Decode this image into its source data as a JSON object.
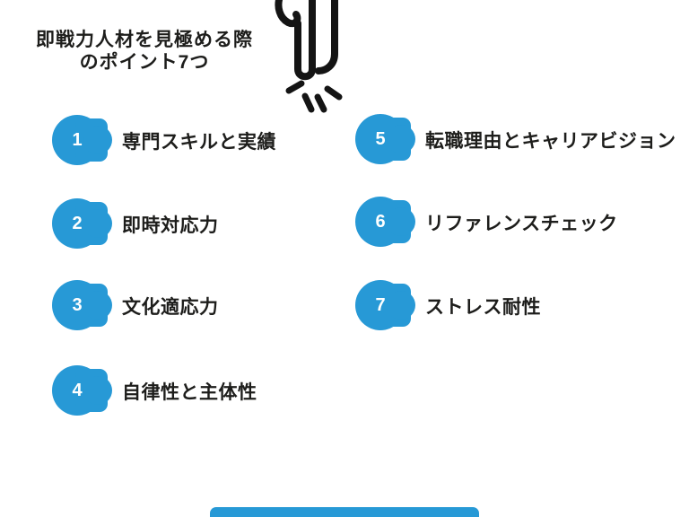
{
  "title": {
    "line1": "即戦力人材を見極める際",
    "line2": "のポイント7つ"
  },
  "items": [
    {
      "number": "1",
      "label": "専門スキルと実績"
    },
    {
      "number": "2",
      "label": "即時対応力"
    },
    {
      "number": "3",
      "label": "文化適応力"
    },
    {
      "number": "4",
      "label": "自律性と主体性"
    },
    {
      "number": "5",
      "label": "転職理由とキャリアビジョン"
    },
    {
      "number": "6",
      "label": "リファレンスチェック"
    },
    {
      "number": "7",
      "label": "ストレス耐性"
    }
  ],
  "icons": {
    "pointer": "hand-pointing-down-icon",
    "emphasis": "emphasis-lines-icon"
  },
  "colors": {
    "accent": "#2799D6",
    "badge_number": "#FFFFFF",
    "text": "#1D1D1B",
    "background": "#FFFFFF"
  }
}
